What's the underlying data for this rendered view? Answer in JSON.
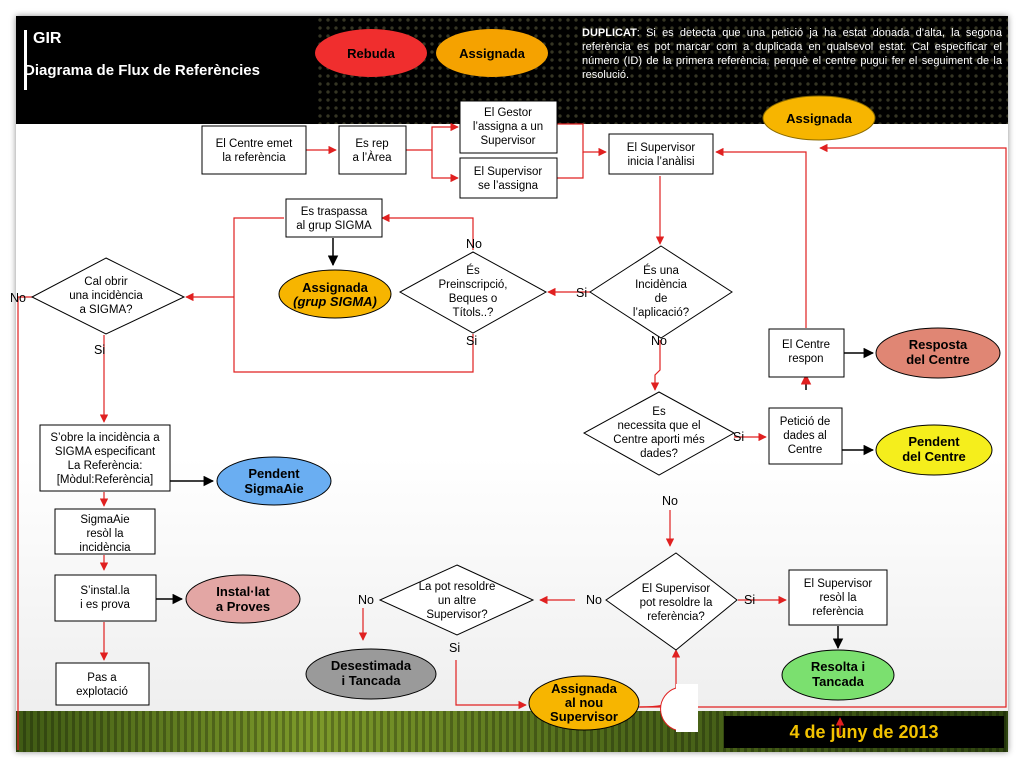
{
  "header": {
    "title": "GIR",
    "subtitle": "Diagrama de Flux de Referències",
    "note_bold": "DUPLICAT",
    "note_text": ": Si es detecta que una petició ja ha estat donada d’alta, la segona referència es pot marcar com a duplicada en qualsevol estat. Cal especificar el número (ID) de la primera referència, perquè el centre pugui fer el seguiment de la resolució."
  },
  "footer": {
    "date": "4 de juny  de 2013"
  },
  "colors": {
    "red": "#f02e2e",
    "orange": "#f5a200",
    "gold": "#f7b500",
    "blue": "#6aaef2",
    "salmon": "#e08674",
    "pink": "#e3a6a4",
    "grey": "#9a9a9a",
    "green": "#7be06f",
    "yellow": "#f5ee1c",
    "line": "#e02020"
  },
  "states": {
    "rebuda": "Rebuda",
    "assignada_top": "Assignada",
    "assignada_right": "Assignada",
    "sigma": [
      "Assignada",
      "(grup SIGMA)"
    ],
    "pendent_sigma": [
      "Pendent",
      "SigmaAie"
    ],
    "instal_proves": [
      "Instal·lat",
      "a Proves"
    ],
    "resposta": [
      "Resposta",
      "del Centre"
    ],
    "pendent_centre": [
      "Pendent",
      "del Centre"
    ],
    "resolta": [
      "Resolta i",
      "Tancada"
    ],
    "desestimada": [
      "Desestimada",
      "i Tancada"
    ],
    "nou_supervisor": [
      "Assignada",
      "al nou",
      "Supervisor"
    ]
  },
  "process": {
    "centre_emet": [
      "El Centre emet",
      "la referència"
    ],
    "es_rep": [
      "Es rep",
      "a l’Àrea"
    ],
    "gestor": [
      "El Gestor",
      "l’assigna a un",
      "Supervisor"
    ],
    "supervisor_assigna": [
      "El Supervisor",
      "se l’assigna"
    ],
    "inicia": [
      "El Supervisor",
      "inicia l’anàlisi"
    ],
    "traspassa": [
      "Es traspassa",
      "al grup SIGMA"
    ],
    "obre_sigma": [
      "S’obre la incidència a",
      "SIGMA especificant",
      "La Referència:",
      "[Mòdul:Referència]"
    ],
    "sigma_resol": [
      "SigmaAie",
      "resòl la",
      "incidència"
    ],
    "instal": [
      "S’instal.la",
      "i es prova"
    ],
    "explotacio": [
      "Pas a",
      "explotació"
    ],
    "centre_respon": [
      "El Centre",
      "respon"
    ],
    "peticio_dades": [
      "Petició de",
      "dades al",
      "Centre"
    ],
    "supervisor_resol": [
      "El Supervisor",
      "resòl la",
      "referència"
    ]
  },
  "decisions": {
    "incidencia_aplicacio": [
      "És una",
      "Incidència",
      "de",
      "l’aplicació?"
    ],
    "preinscripcio": [
      "És",
      "Preinscripció,",
      "Beques o",
      "Títols..?"
    ],
    "obrir_sigma": [
      "Cal obrir",
      "una incidència",
      "a SIGMA?"
    ],
    "aporti_dades": [
      "Es",
      "necessita que el",
      "Centre aporti més",
      "dades?"
    ],
    "pot_resoldre": [
      "El Supervisor",
      "pot resoldre la",
      "referència?"
    ],
    "altre_supervisor": [
      "La pot resoldre",
      "un altre",
      "Supervisor?"
    ]
  },
  "labels": {
    "no_preinscripcio": "No",
    "si_preinscripcio": "Si",
    "si_aplicacio": "Si",
    "no_aplicacio": "No",
    "no_obrir": "No",
    "si_obrir": "Si",
    "si_dades": "Si",
    "no_dades": "No",
    "si_resoldre": "Si",
    "no_resoldre": "No",
    "no_altre": "No",
    "si_altre": "Si"
  }
}
